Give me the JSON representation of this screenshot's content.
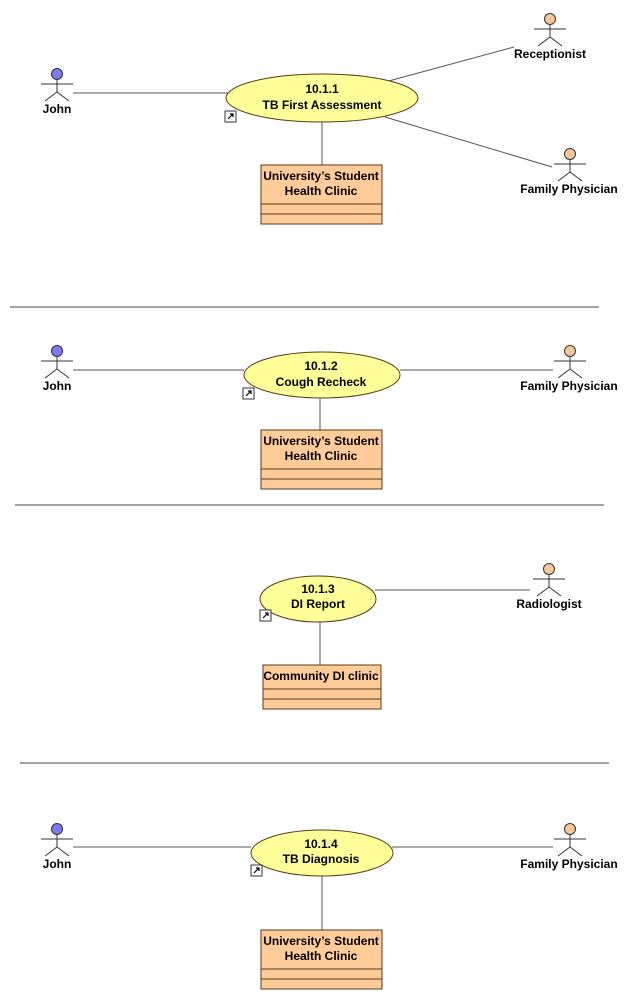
{
  "colors": {
    "usecase_fill": "#ffff99",
    "class_fill": "#ffcc99",
    "actor_primary_head": "#7b7bf2",
    "actor_secondary_head": "#f7c79b",
    "line": "#555555",
    "border": "#5a3a1a"
  },
  "sections": [
    {
      "usecase": {
        "id": "10.1.1",
        "name": "TB First Assessment"
      },
      "system": {
        "title_line1": "University’s Student",
        "title_line2": "Health Clinic"
      },
      "actors": [
        {
          "name": "John",
          "kind": "primary"
        },
        {
          "name": "Receptionist",
          "kind": "secondary"
        },
        {
          "name": "Family Physician",
          "kind": "secondary"
        }
      ]
    },
    {
      "usecase": {
        "id": "10.1.2",
        "name": "Cough Recheck"
      },
      "system": {
        "title_line1": "University’s Student",
        "title_line2": "Health Clinic"
      },
      "actors": [
        {
          "name": "John",
          "kind": "primary"
        },
        {
          "name": "Family Physician",
          "kind": "secondary"
        }
      ]
    },
    {
      "usecase": {
        "id": "10.1.3",
        "name": "DI Report"
      },
      "system": {
        "title_line1": "Community DI clinic",
        "title_line2": ""
      },
      "actors": [
        {
          "name": "Radiologist",
          "kind": "secondary"
        }
      ]
    },
    {
      "usecase": {
        "id": "10.1.4",
        "name": "TB Diagnosis"
      },
      "system": {
        "title_line1": "University’s Student",
        "title_line2": "Health Clinic"
      },
      "actors": [
        {
          "name": "John",
          "kind": "primary"
        },
        {
          "name": "Family Physician",
          "kind": "secondary"
        }
      ]
    }
  ]
}
